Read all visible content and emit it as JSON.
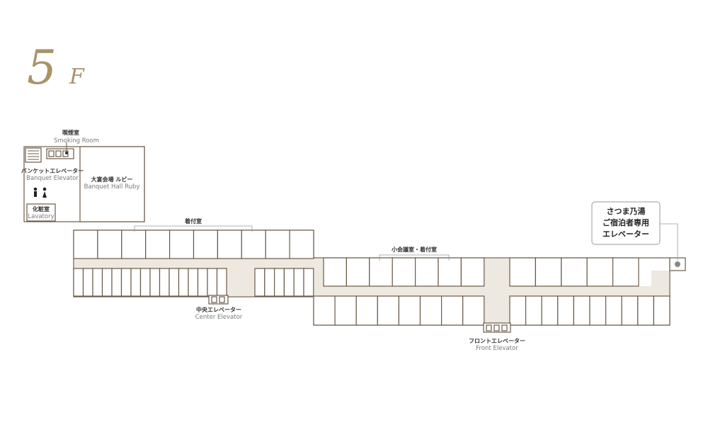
{
  "floor": {
    "number": "5",
    "suffix": "F"
  },
  "colors": {
    "accent": "#a89467",
    "wall": "#6b5a48",
    "corridor": "#ede9e1",
    "pin": "#888888"
  },
  "labels": {
    "smoking_jp": "喫煙室",
    "smoking_en": "Smoking Room",
    "banquet_elev_jp": "バンケットエレベーター",
    "banquet_elev_en": "Banquet Elevator",
    "lavatory_jp": "化粧室",
    "lavatory_en": "Lavatory",
    "hall_jp": "大宴会場 ルビー",
    "hall_en": "Banquet Hall Ruby",
    "dressing_jp": "着付室",
    "small_meeting_jp": "小会議室・着付室",
    "center_elev_jp": "中央エレベーター",
    "center_elev_en": "Center Elevator",
    "front_elev_jp": "フロントエレベーター",
    "front_elev_en": "Front Elevator"
  },
  "callout": {
    "lines": [
      "さつま乃湯",
      "ご宿泊者専用",
      "エレベーター"
    ]
  },
  "icons": {
    "restroom": "restroom-icon",
    "stairs": "stairs-icon",
    "elevator": "elevator-icon",
    "pin": "location-pin-icon"
  }
}
